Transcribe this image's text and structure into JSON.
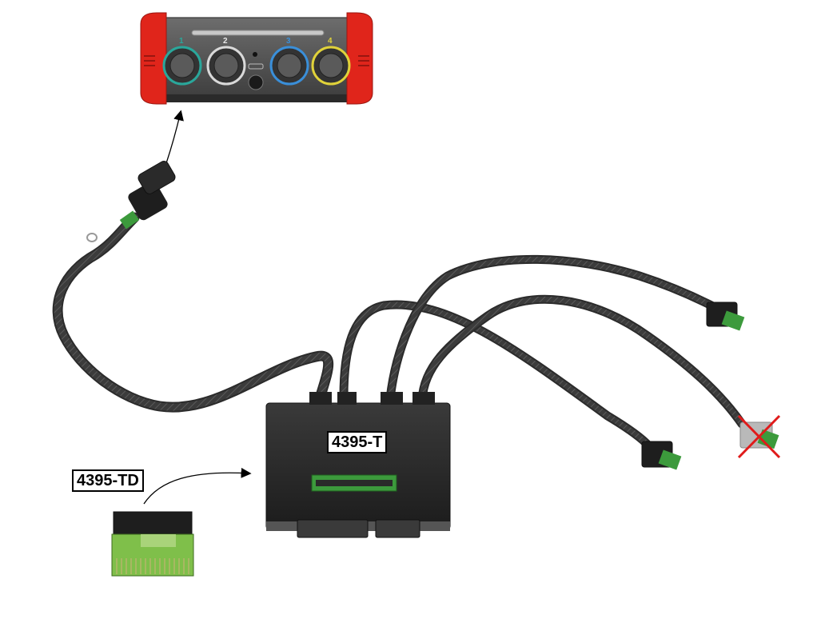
{
  "labels": {
    "main_unit": "4395-T",
    "daughter_board": "4395-TD"
  },
  "device": {
    "channels": [
      "1",
      "2",
      "3",
      "4"
    ],
    "channel_colors": [
      "#2aa79b",
      "#d9d9d9",
      "#3a8fd9",
      "#e0d23a"
    ],
    "bumper_color": "#e0251b"
  },
  "colors": {
    "cable": "#3a3a3a",
    "connector_green": "#3c9a3c",
    "disabled_cross": "#e01b1b",
    "unit_body": "#2b2b2b"
  },
  "icons": [
    "arrow-icon",
    "cross-out-icon"
  ]
}
